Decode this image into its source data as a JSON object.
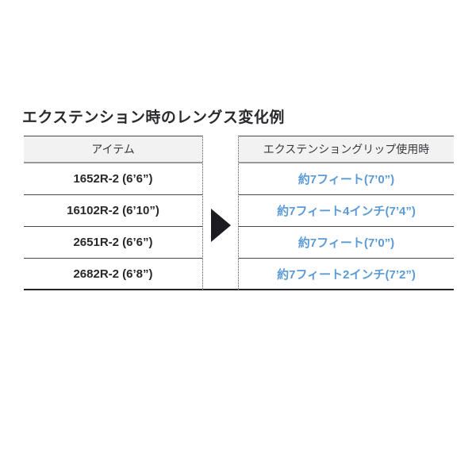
{
  "page": {
    "title": "エクステンション時のレングス変化例"
  },
  "table": {
    "header": {
      "item": "アイテム",
      "extended": "エクステンショングリップ使用時"
    },
    "rows": [
      {
        "item": "1652R-2 (6’6”)",
        "extended": "約7フィート(7’0”)"
      },
      {
        "item": "16102R-2 (6’10”)",
        "extended": "約7フィート4インチ(7’4”)"
      },
      {
        "item": "2651R-2 (6’6”)",
        "extended": "約7フィート(7’0”)"
      },
      {
        "item": "2682R-2 (6’8”)",
        "extended": "約7フィート2インチ(7’2”)"
      }
    ],
    "colors": {
      "accent_blue": "#5b9bd5",
      "header_bg": "#f2f2f3",
      "border_dark": "#46464e",
      "border_gray": "#97979d",
      "text_dark": "#28282c"
    },
    "icons": {
      "arrow": "right-arrow"
    }
  }
}
